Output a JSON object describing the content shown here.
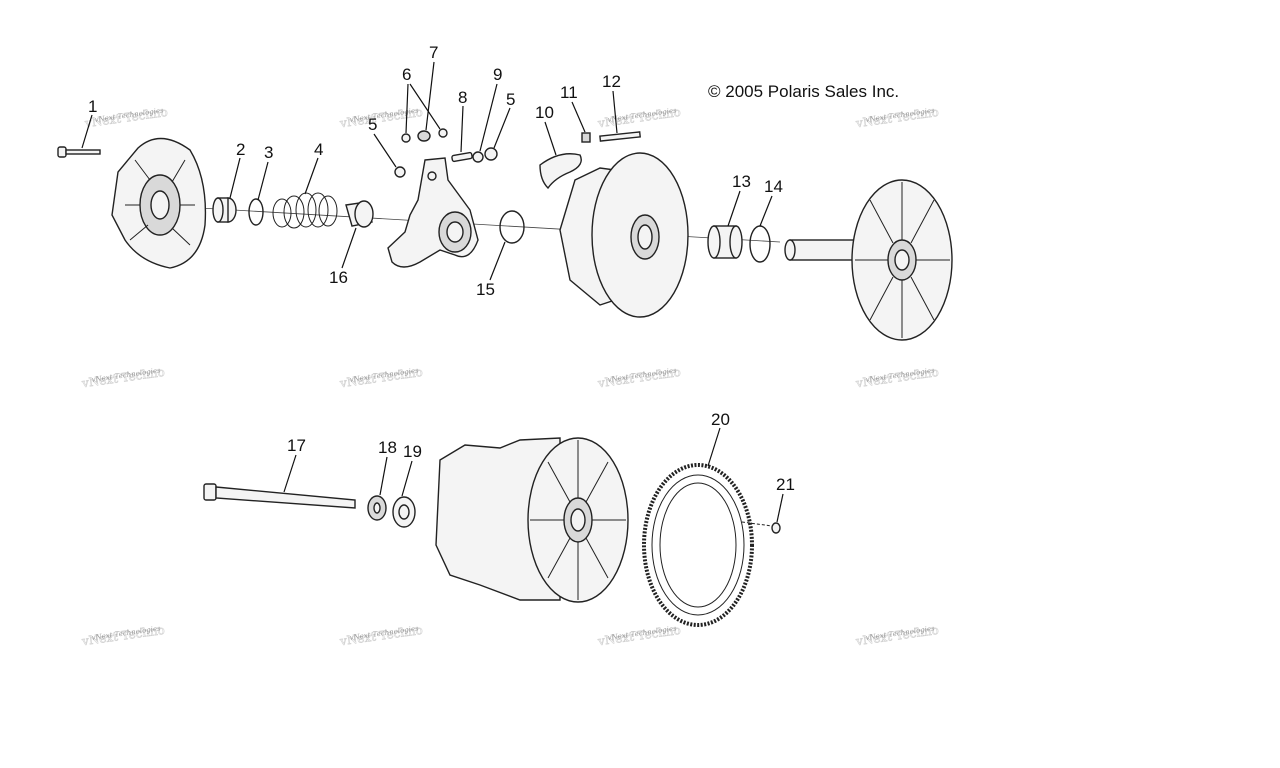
{
  "copyright": "© 2005 Polaris Sales Inc.",
  "watermark": "vNext Technologies",
  "callouts": [
    "1",
    "2",
    "3",
    "4",
    "5",
    "6",
    "7",
    "8",
    "9",
    "5",
    "10",
    "11",
    "12",
    "13",
    "14",
    "15",
    "16",
    "17",
    "18",
    "19",
    "20",
    "21"
  ]
}
